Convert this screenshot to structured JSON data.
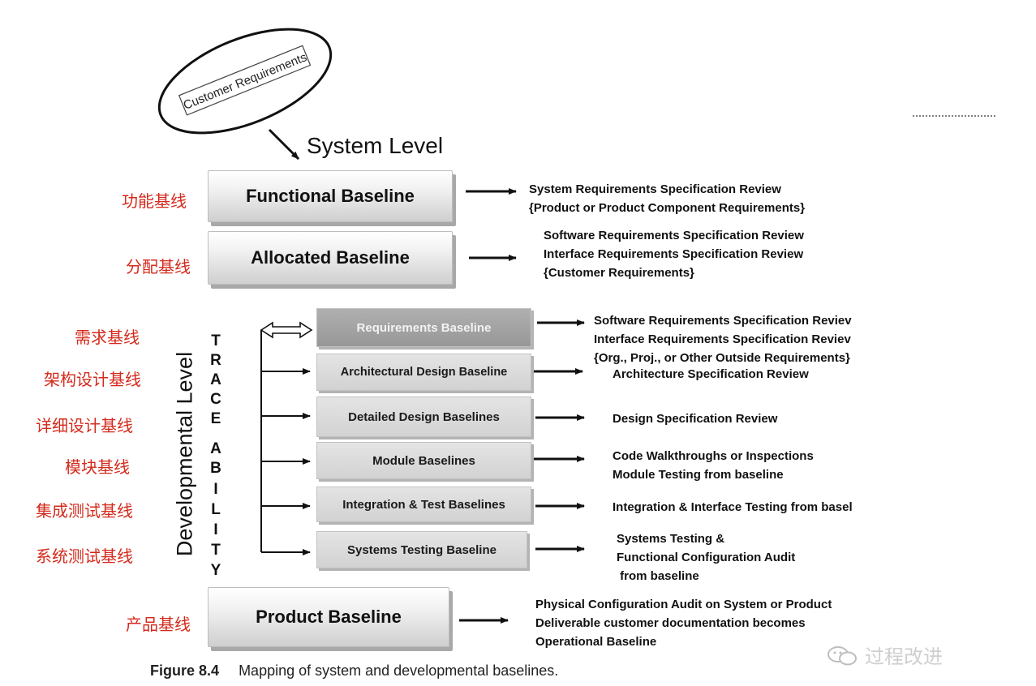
{
  "customer_requirements_label": "Customer Requirements",
  "system_level_label": "System Level",
  "developmental_level_label": "Developmental Level",
  "traceability_letters": [
    "T",
    "R",
    "A",
    "C",
    "E",
    "A",
    "B",
    "I",
    "L",
    "I",
    "T",
    "Y"
  ],
  "system_baselines": [
    {
      "cn": "功能基线",
      "label": "Functional Baseline",
      "review": [
        "System Requirements Specification Review",
        "{Product or Product Component Requirements}"
      ]
    },
    {
      "cn": "分配基线",
      "label": "Allocated Baseline",
      "review": [
        "Software Requirements Specification Review",
        "Interface Requirements Specification Review",
        "{Customer Requirements}"
      ]
    }
  ],
  "dev_baselines": [
    {
      "cn": "需求基线",
      "label": "Requirements Baseline",
      "review": [
        "Software Requirements Specification Reviev",
        "Interface Requirements Specification Reviev",
        "{Org., Proj.,  or Other Outside Requirements}"
      ]
    },
    {
      "cn": "架构设计基线",
      "label": "Architectural Design Baseline",
      "review": [
        "Architecture Specification Review"
      ]
    },
    {
      "cn": "详细设计基线",
      "label": "Detailed Design Baselines",
      "review": [
        "Design Specification Review"
      ]
    },
    {
      "cn": "模块基线",
      "label": "Module Baselines",
      "review": [
        "Code Walkthroughs or Inspections",
        "Module Testing from baseline"
      ]
    },
    {
      "cn": "集成测试基线",
      "label": "Integration & Test Baselines",
      "review": [
        "Integration & Interface Testing from basel"
      ]
    },
    {
      "cn": "系统测试基线",
      "label": "Systems Testing Baseline",
      "review": [
        "Systems Testing &",
        "Functional Configuration Audit",
        " from baseline"
      ]
    }
  ],
  "product_baseline": {
    "cn": "产品基线",
    "label": "Product Baseline",
    "review": [
      "Physical Configuration Audit on System or Product",
      "Deliverable customer documentation becomes",
      "Operational Baseline"
    ]
  },
  "caption": {
    "figure": "Figure 8.4",
    "text": "Mapping of system and developmental baselines."
  },
  "watermark": "过程改进",
  "colors": {
    "chinese_label": "#d42a1c",
    "dark_box": "#a3a3a3",
    "light_box": "#d8d8d8"
  }
}
